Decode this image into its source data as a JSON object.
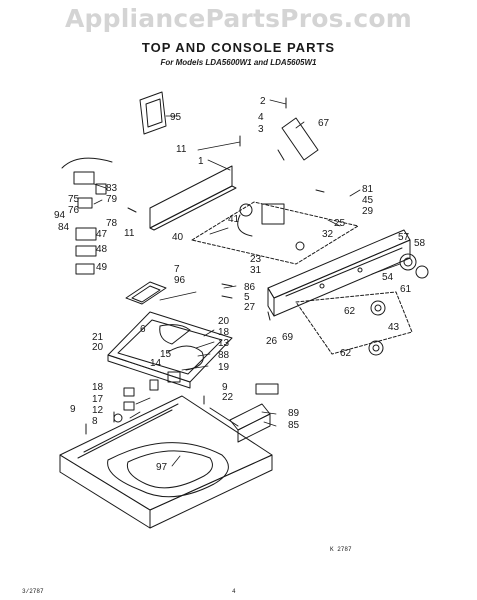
{
  "watermark": "AppliancePartsPros.com",
  "title": "TOP AND CONSOLE PARTS",
  "subtitle": "For Models LDA5600W1 and LDA5605W1",
  "footer": {
    "doc_code": "3/2787",
    "page_number": "4",
    "figure_code": "K 2787"
  },
  "callouts": [
    {
      "id": "95",
      "text": "95"
    },
    {
      "id": "2",
      "text": "2"
    },
    {
      "id": "4",
      "text": "4"
    },
    {
      "id": "67",
      "text": "67"
    },
    {
      "id": "3",
      "text": "3"
    },
    {
      "id": "11a",
      "text": "11"
    },
    {
      "id": "1",
      "text": "1"
    },
    {
      "id": "83",
      "text": "83"
    },
    {
      "id": "75",
      "text": "75"
    },
    {
      "id": "79",
      "text": "79"
    },
    {
      "id": "76",
      "text": "76"
    },
    {
      "id": "94",
      "text": "94"
    },
    {
      "id": "78",
      "text": "78"
    },
    {
      "id": "84",
      "text": "84"
    },
    {
      "id": "11b",
      "text": "11"
    },
    {
      "id": "81",
      "text": "81"
    },
    {
      "id": "45",
      "text": "45"
    },
    {
      "id": "29",
      "text": "29"
    },
    {
      "id": "25",
      "text": "25"
    },
    {
      "id": "41",
      "text": "41"
    },
    {
      "id": "47",
      "text": "47"
    },
    {
      "id": "40",
      "text": "40"
    },
    {
      "id": "32",
      "text": "32"
    },
    {
      "id": "57",
      "text": "57"
    },
    {
      "id": "58",
      "text": "58"
    },
    {
      "id": "48",
      "text": "48"
    },
    {
      "id": "23",
      "text": "23"
    },
    {
      "id": "31",
      "text": "31"
    },
    {
      "id": "49",
      "text": "49"
    },
    {
      "id": "7",
      "text": "7"
    },
    {
      "id": "54",
      "text": "54"
    },
    {
      "id": "96",
      "text": "96"
    },
    {
      "id": "86",
      "text": "86"
    },
    {
      "id": "5",
      "text": "5"
    },
    {
      "id": "27",
      "text": "27"
    },
    {
      "id": "61",
      "text": "61"
    },
    {
      "id": "6",
      "text": "6"
    },
    {
      "id": "20a",
      "text": "20"
    },
    {
      "id": "62a",
      "text": "62"
    },
    {
      "id": "18a",
      "text": "18"
    },
    {
      "id": "21",
      "text": "21"
    },
    {
      "id": "20b",
      "text": "20"
    },
    {
      "id": "26",
      "text": "26"
    },
    {
      "id": "69",
      "text": "69"
    },
    {
      "id": "43",
      "text": "43"
    },
    {
      "id": "13",
      "text": "13"
    },
    {
      "id": "15",
      "text": "15"
    },
    {
      "id": "14",
      "text": "14"
    },
    {
      "id": "88",
      "text": "88"
    },
    {
      "id": "62b",
      "text": "62"
    },
    {
      "id": "19",
      "text": "19"
    },
    {
      "id": "18b",
      "text": "18"
    },
    {
      "id": "17",
      "text": "17"
    },
    {
      "id": "9a",
      "text": "9"
    },
    {
      "id": "12",
      "text": "12"
    },
    {
      "id": "22",
      "text": "22"
    },
    {
      "id": "8",
      "text": "8"
    },
    {
      "id": "89",
      "text": "89"
    },
    {
      "id": "9b",
      "text": "9"
    },
    {
      "id": "85",
      "text": "85"
    },
    {
      "id": "97",
      "text": "97"
    }
  ]
}
